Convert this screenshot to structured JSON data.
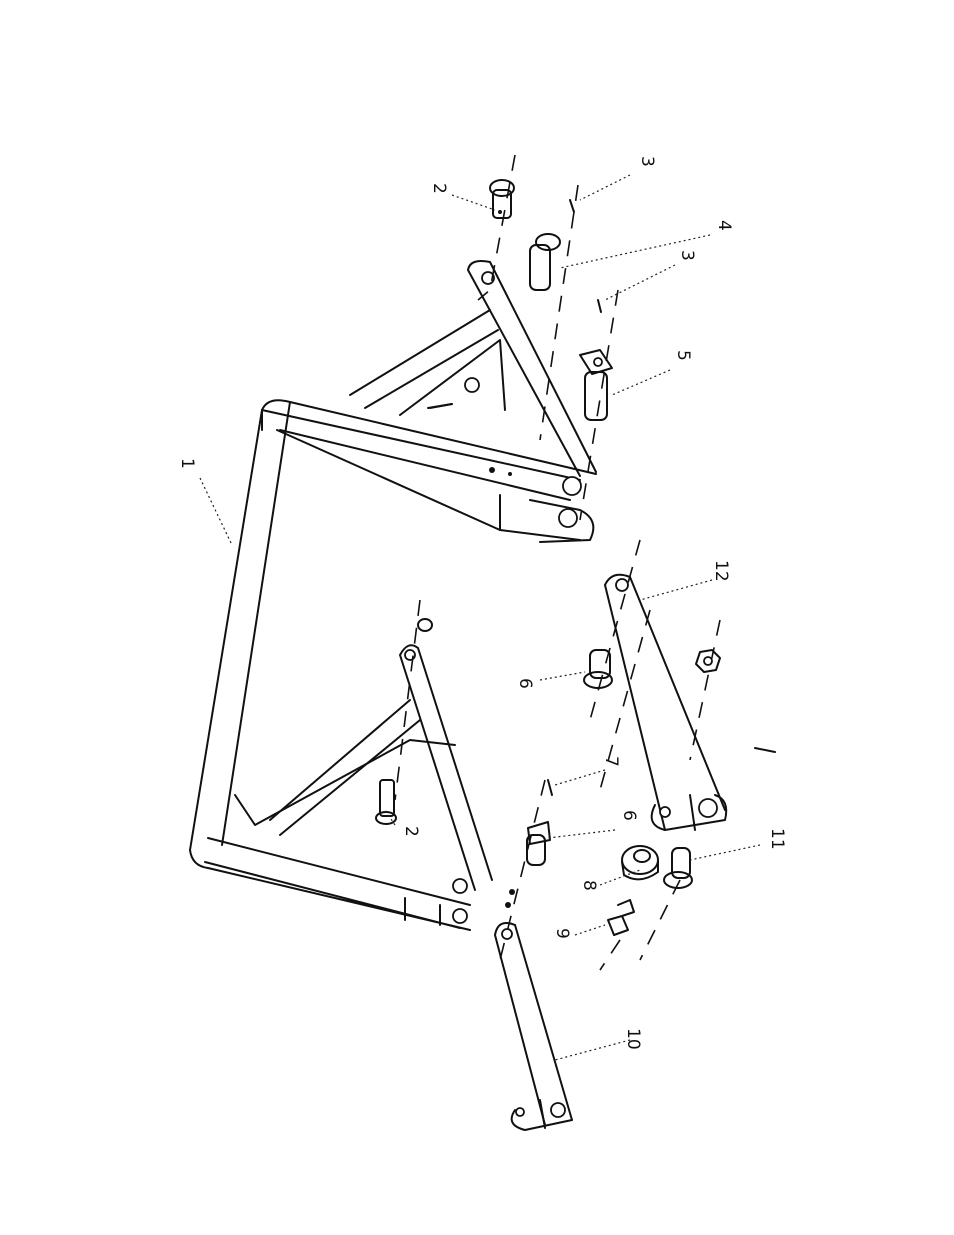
{
  "callouts": [
    {
      "id": "c1",
      "label": "1"
    },
    {
      "id": "c2a",
      "label": "2"
    },
    {
      "id": "c2b",
      "label": "2"
    },
    {
      "id": "c3a",
      "label": "3"
    },
    {
      "id": "c3b",
      "label": "3"
    },
    {
      "id": "c4",
      "label": "4"
    },
    {
      "id": "c5",
      "label": "5"
    },
    {
      "id": "c6a",
      "label": "6"
    },
    {
      "id": "c6b",
      "label": "6"
    },
    {
      "id": "c7",
      "label": "7"
    },
    {
      "id": "c8",
      "label": "8"
    },
    {
      "id": "c9",
      "label": "9"
    },
    {
      "id": "c10",
      "label": "10"
    },
    {
      "id": "c11",
      "label": "11"
    },
    {
      "id": "c12",
      "label": "12"
    }
  ]
}
